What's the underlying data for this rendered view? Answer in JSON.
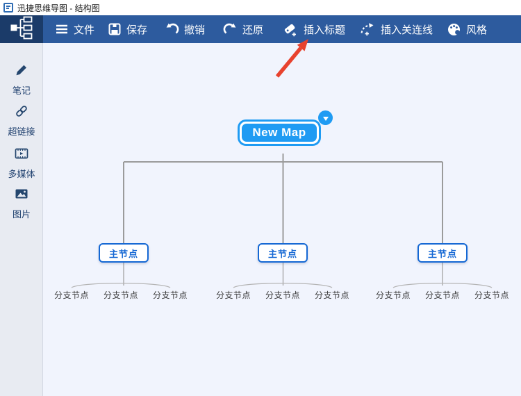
{
  "window": {
    "title": "迅捷思维导图 - 结构图",
    "titlebar_icon": "app-logo-icon"
  },
  "toolbar": {
    "background_color": "#2d5b9e",
    "logo_color": "#1b3b69",
    "items": [
      {
        "label": "文件",
        "icon": "menu-icon"
      },
      {
        "label": "保存",
        "icon": "save-icon"
      },
      {
        "label": "撤销",
        "icon": "undo-icon"
      },
      {
        "label": "还原",
        "icon": "redo-icon"
      },
      {
        "label": "插入标题",
        "icon": "tag-plus-icon"
      },
      {
        "label": "插入关连线",
        "icon": "connector-plus-icon"
      },
      {
        "label": "风格",
        "icon": "palette-icon"
      }
    ]
  },
  "sidebar": {
    "items": [
      {
        "label": "笔记",
        "icon": "pencil-icon"
      },
      {
        "label": "超链接",
        "icon": "link-icon"
      },
      {
        "label": "多媒体",
        "icon": "media-icon"
      },
      {
        "label": "图片",
        "icon": "image-icon"
      }
    ]
  },
  "mindmap": {
    "root": {
      "label": "New Map",
      "selected": true,
      "fill_color": "#1f9bf3",
      "collapse_badge": "chevron-down-icon"
    },
    "main_nodes": [
      {
        "label": "主节点"
      },
      {
        "label": "主节点"
      },
      {
        "label": "主节点"
      }
    ],
    "branches": [
      [
        "分支节点",
        "分支节点",
        "分支节点"
      ],
      [
        "分支节点",
        "分支节点",
        "分支节点"
      ],
      [
        "分支节点",
        "分支节点",
        "分支节点"
      ]
    ],
    "node_border_color": "#1568d4",
    "line_color": "#9b9b9b"
  },
  "annotation": {
    "shape": "red-arrow",
    "color": "#e8422e",
    "points_to": "插入标题"
  }
}
